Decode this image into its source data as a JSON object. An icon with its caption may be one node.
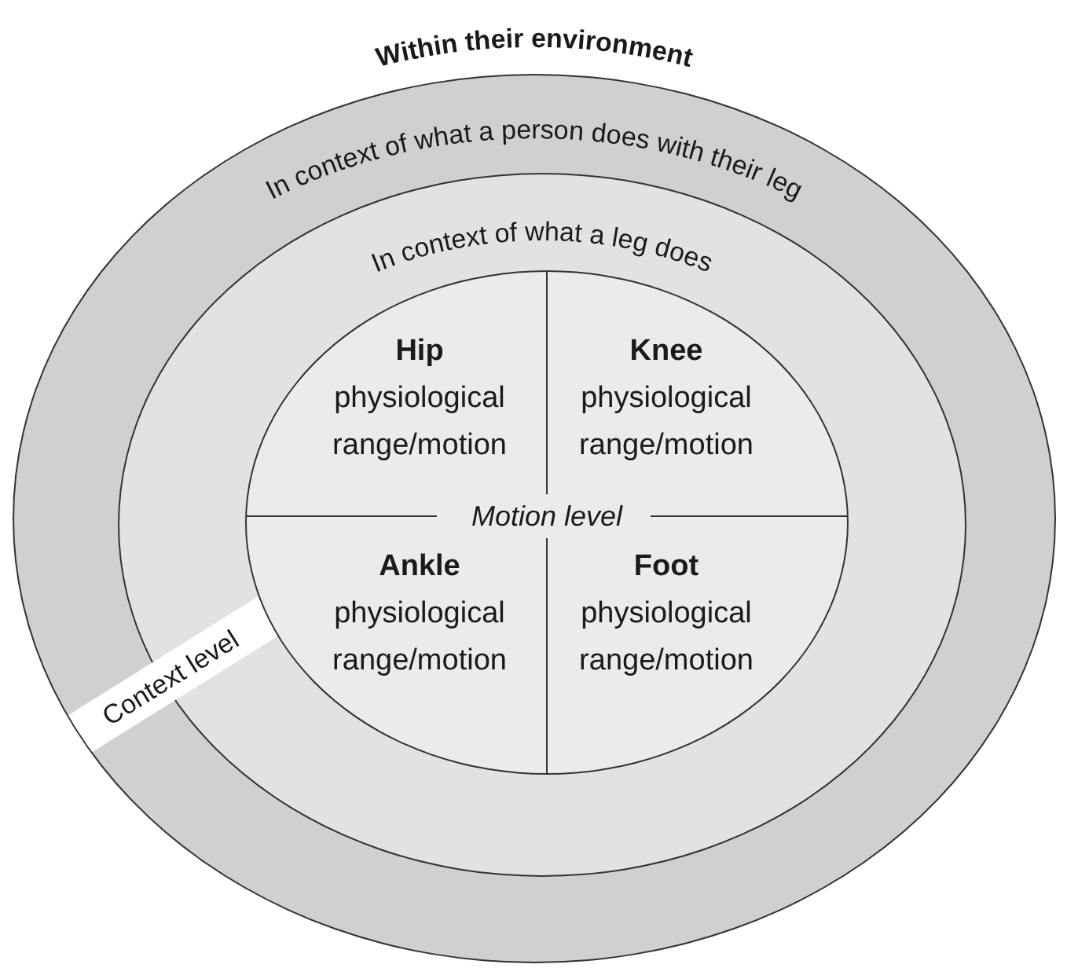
{
  "diagram": {
    "title": "Within their environment",
    "nodes": [
      {
        "text": [
          "In context of what a person does with their leg"
        ]
      },
      {
        "text": [
          "In context of what a leg does"
        ],
        "in": 0
      },
      {
        "text": [
          "Motion level"
        ],
        "in": 1
      },
      {
        "text": [
          "Hip",
          "physiological range/motion"
        ],
        "in": 2
      },
      {
        "text": [
          "Knee",
          "physiological range/motion"
        ],
        "in": 2
      },
      {
        "text": [
          "Ankle",
          "physiological range/motion"
        ],
        "in": 2
      },
      {
        "text": [
          "Foot",
          "physiological range/motion"
        ],
        "in": 2
      }
    ],
    "labels": [
      "Context level"
    ]
  }
}
